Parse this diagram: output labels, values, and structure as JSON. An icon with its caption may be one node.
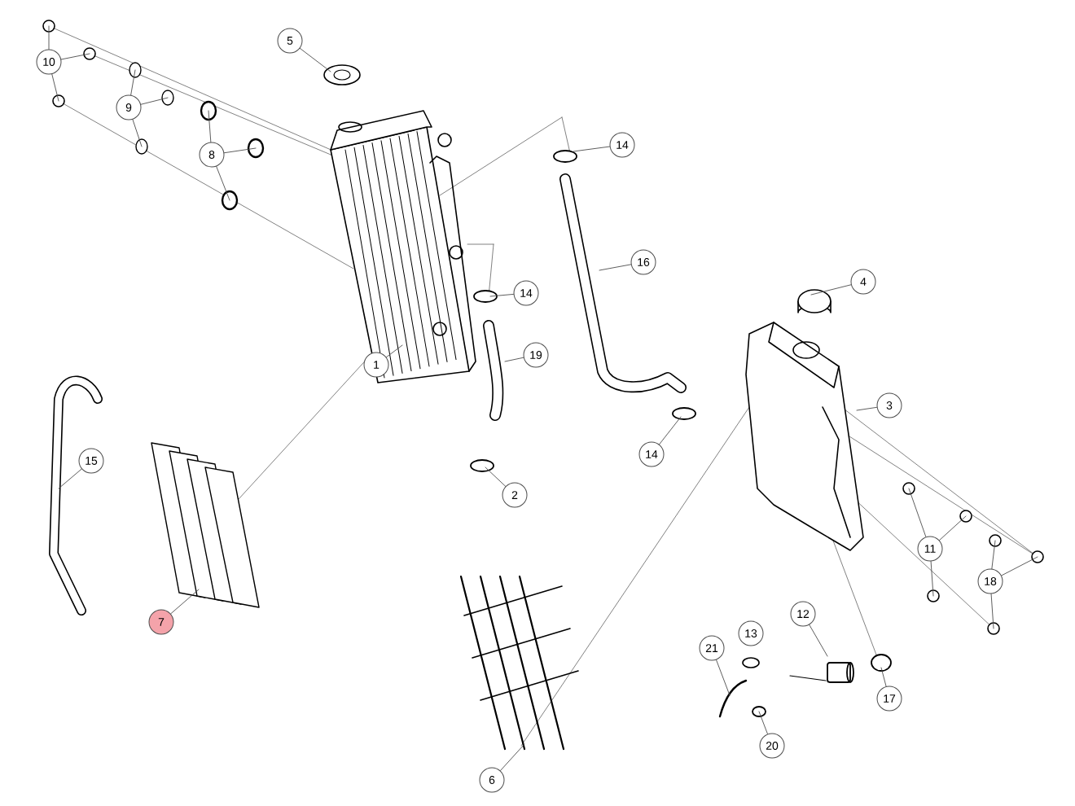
{
  "diagram": {
    "nodes": [
      {
        "text": [
          "1"
        ]
      },
      {
        "text": [
          "2"
        ]
      },
      {
        "text": [
          "3"
        ]
      },
      {
        "text": [
          "4"
        ]
      },
      {
        "text": [
          "5"
        ]
      },
      {
        "text": [
          "6"
        ]
      },
      {
        "text": [
          "7"
        ]
      },
      {
        "text": [
          "8"
        ]
      },
      {
        "text": [
          "9"
        ]
      },
      {
        "text": [
          "10"
        ]
      },
      {
        "text": [
          "11"
        ]
      },
      {
        "text": [
          "12"
        ]
      },
      {
        "text": [
          "13"
        ]
      },
      {
        "text": [
          "14"
        ]
      },
      {
        "text": [
          "14"
        ]
      },
      {
        "text": [
          "14"
        ]
      },
      {
        "text": [
          "15"
        ]
      },
      {
        "text": [
          "16"
        ]
      },
      {
        "text": [
          "17"
        ]
      },
      {
        "text": [
          "18"
        ]
      },
      {
        "text": [
          "19"
        ]
      },
      {
        "text": [
          "20"
        ]
      },
      {
        "text": [
          "21"
        ]
      }
    ],
    "edges": [
      {
        "from": 4,
        "to": null,
        "arrow": "none"
      },
      {
        "from": 9,
        "to": null,
        "arrow": "none"
      },
      {
        "from": 9,
        "to": null,
        "arrow": "none"
      },
      {
        "from": 9,
        "to": null,
        "arrow": "none"
      },
      {
        "from": 8,
        "to": null,
        "arrow": "none"
      },
      {
        "from": 8,
        "to": null,
        "arrow": "none"
      },
      {
        "from": 8,
        "to": null,
        "arrow": "none"
      },
      {
        "from": 7,
        "to": null,
        "arrow": "none"
      },
      {
        "from": 7,
        "to": null,
        "arrow": "none"
      },
      {
        "from": 7,
        "to": null,
        "arrow": "none"
      },
      {
        "from": 0,
        "to": null,
        "arrow": "none"
      },
      {
        "from": 13,
        "to": null,
        "arrow": "none"
      },
      {
        "from": 17,
        "to": null,
        "arrow": "none"
      },
      {
        "from": 14,
        "to": null,
        "arrow": "none"
      },
      {
        "from": 20,
        "to": null,
        "arrow": "none"
      },
      {
        "from": 1,
        "to": null,
        "arrow": "none"
      },
      {
        "from": 15,
        "to": null,
        "arrow": "none"
      },
      {
        "from": 3,
        "to": null,
        "arrow": "none"
      },
      {
        "from": 2,
        "to": null,
        "arrow": "none"
      },
      {
        "from": 16,
        "to": null,
        "arrow": "none"
      },
      {
        "from": 6,
        "to": null,
        "arrow": "none"
      },
      {
        "from": 5,
        "to": null,
        "arrow": "none"
      },
      {
        "from": 10,
        "to": null,
        "arrow": "none"
      },
      {
        "from": 10,
        "to": null,
        "arrow": "none"
      },
      {
        "from": 10,
        "to": null,
        "arrow": "none"
      },
      {
        "from": 19,
        "to": null,
        "arrow": "none"
      },
      {
        "from": 19,
        "to": null,
        "arrow": "none"
      },
      {
        "from": 19,
        "to": null,
        "arrow": "none"
      },
      {
        "from": 11,
        "to": null,
        "arrow": "none"
      },
      {
        "from": 22,
        "to": null,
        "arrow": "none"
      },
      {
        "from": 21,
        "to": null,
        "arrow": "none"
      },
      {
        "from": 18,
        "to": null,
        "arrow": "none"
      }
    ]
  }
}
